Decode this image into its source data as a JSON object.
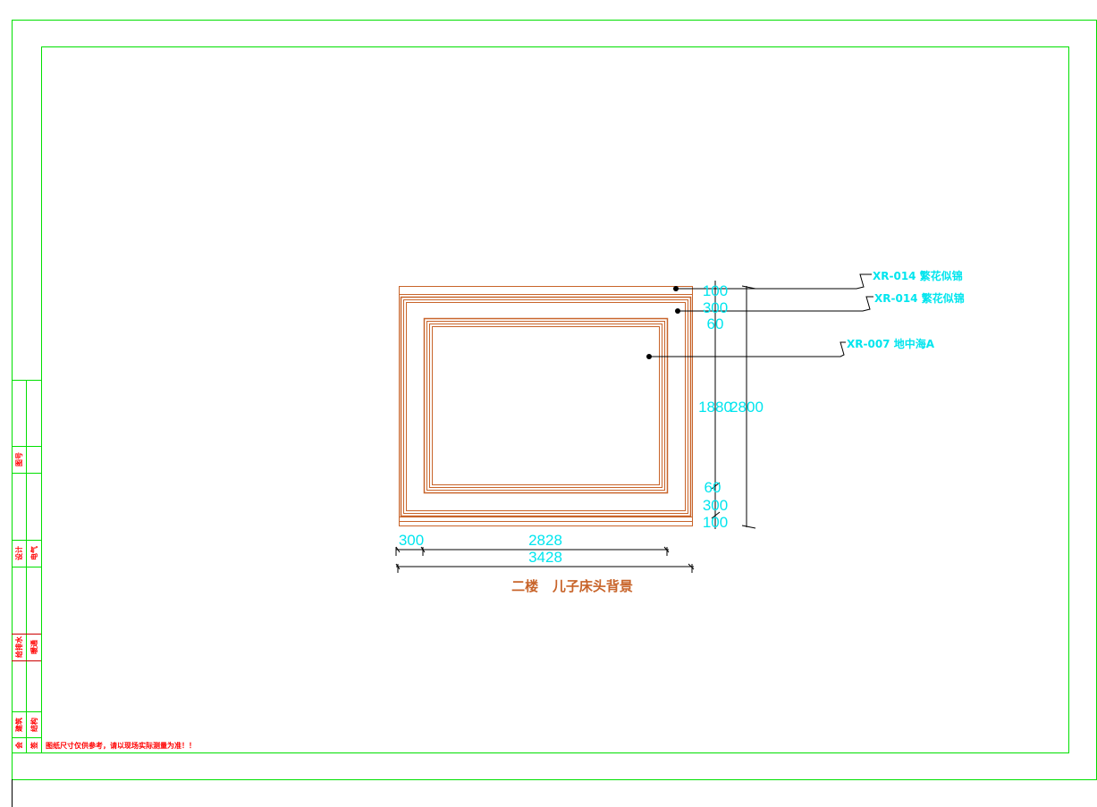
{
  "drawing": {
    "title": "二楼   儿子床头背景",
    "colors": {
      "frame": "#00e000",
      "wood": "#c8642a",
      "dimension": "#00e5ee",
      "leader": "#000000",
      "titleblock_text": "#ff0000"
    },
    "labels": [
      {
        "code_text": "XR-014 繁花似锦"
      },
      {
        "code_text": "XR-014 繁花似锦"
      },
      {
        "code_text": "XR-007 地中海A"
      }
    ],
    "vertical_dims": [
      "100",
      "300",
      "60",
      "1880",
      "60",
      "300",
      "100"
    ],
    "overall_height": "2800",
    "horizontal_dims": {
      "left": "300",
      "middle": "2828",
      "overall": "3428"
    }
  },
  "title_block": {
    "cells": [
      "图号",
      "设计",
      "电气",
      "给排水",
      "暖通",
      "建筑",
      "结构",
      "会",
      "签"
    ],
    "note": "图纸尺寸仅供参考，请以现场实际测量为准！！"
  }
}
